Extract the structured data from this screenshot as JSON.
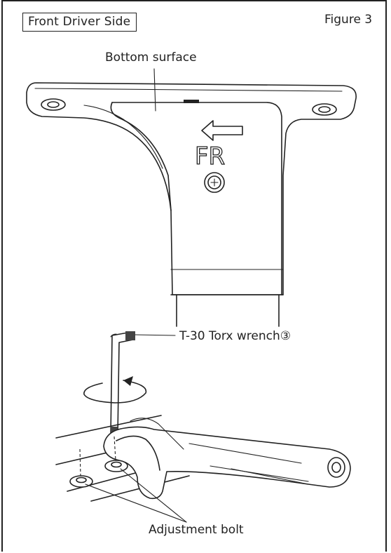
{
  "header": {
    "side_label": "Front Driver Side",
    "figure_label": "Figure 3"
  },
  "callouts": {
    "bottom_surface": "Bottom surface",
    "torx_wrench": "T-30 Torx wrench③",
    "adjustment_bolt": "Adjustment bolt"
  },
  "arrow_marking": "FR"
}
